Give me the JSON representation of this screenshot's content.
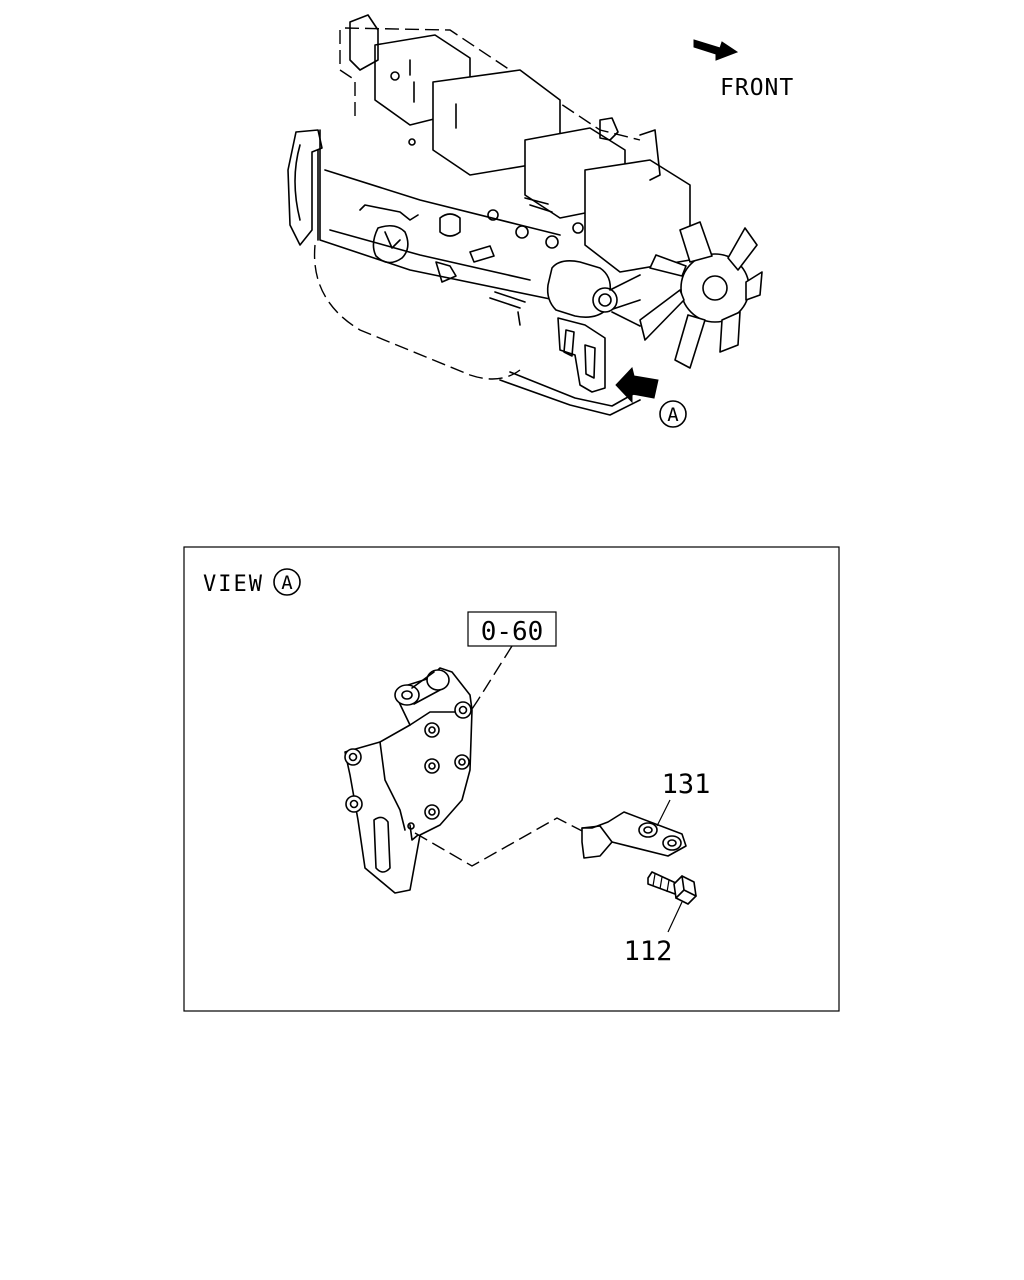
{
  "overview": {
    "front_label": "FRONT",
    "view_marker": "A"
  },
  "detail_view": {
    "view_label": "VIEW",
    "view_marker": "A",
    "reference_code": "0-60",
    "callouts": [
      {
        "label": "131"
      },
      {
        "label": "112"
      }
    ]
  }
}
